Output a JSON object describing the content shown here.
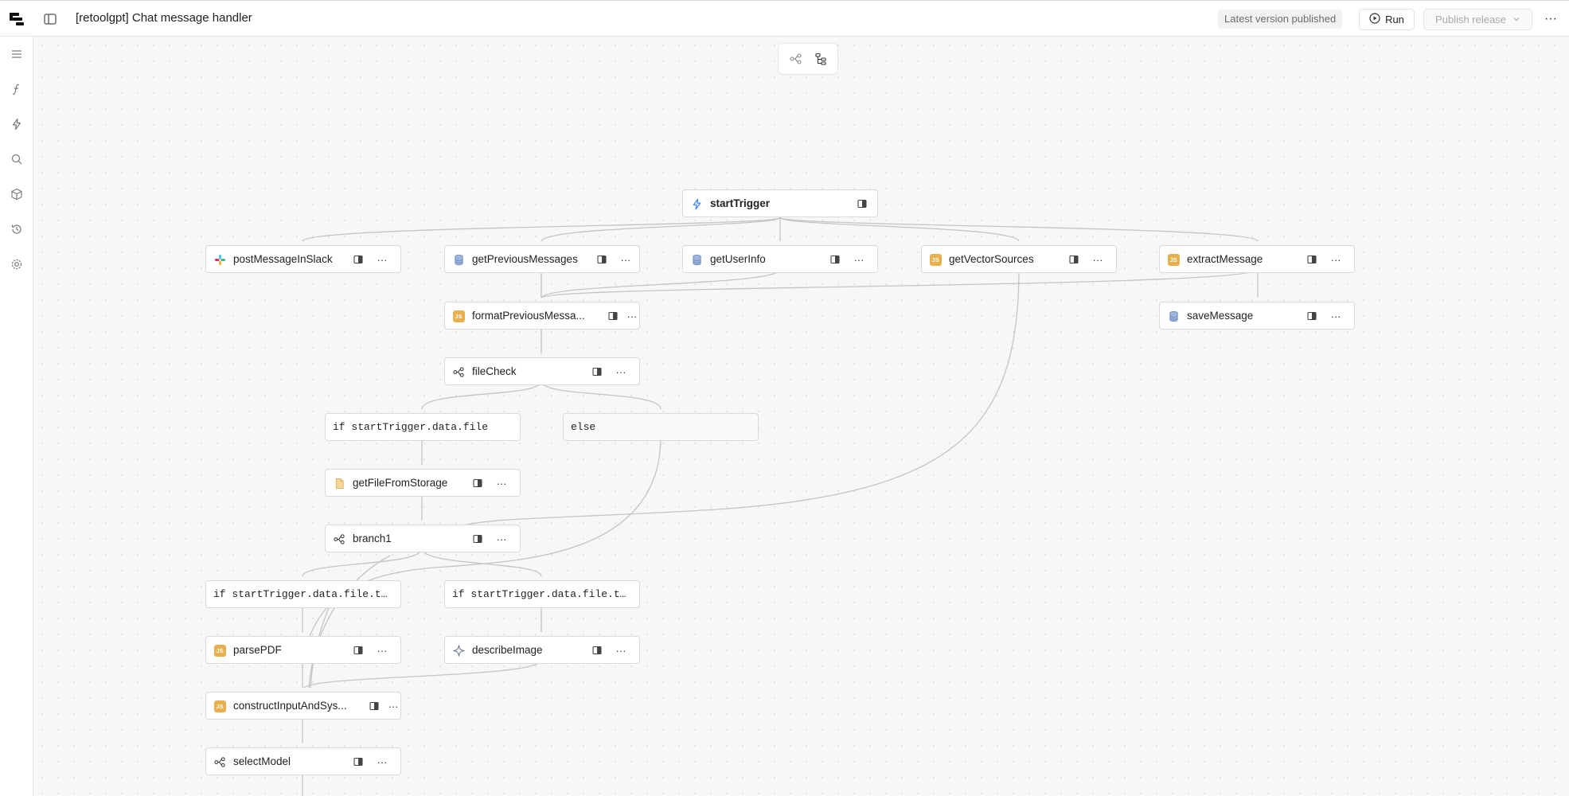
{
  "header": {
    "title": "[retoolgpt] Chat message handler",
    "status": "Latest version published",
    "run_label": "Run",
    "publish_label": "Publish release",
    "more": "···"
  },
  "colors": {
    "accent": "#3b82f6",
    "js_badge": "#e8b04c",
    "db_icon": "#6b8fc4",
    "edge": "#c4c4c4"
  },
  "rail": [
    "menu-icon",
    "function-icon",
    "lightning-icon",
    "search-icon",
    "cube-icon",
    "history-icon",
    "gear-icon"
  ],
  "nodes": {
    "startTrigger": "startTrigger",
    "postMessageInSlack": "postMessageInSlack",
    "getPreviousMessages": "getPreviousMessages",
    "getUserInfo": "getUserInfo",
    "getVectorSources": "getVectorSources",
    "extractMessage": "extractMessage",
    "formatPreviousMessages": "formatPreviousMessa...",
    "saveMessage": "saveMessage",
    "fileCheck": "fileCheck",
    "if_file": "if startTrigger.data.file",
    "else": "else",
    "getFileFromStorage": "getFileFromStorage",
    "branch1": "branch1",
    "if_type_1": "if startTrigger.data.file.t…",
    "if_type_2": "if startTrigger.data.file.t…",
    "parsePDF": "parsePDF",
    "describeImage": "describeImage",
    "constructInput": "constructInputAndSys...",
    "selectModel": "selectModel"
  },
  "more_glyph": "···",
  "js_label": "JS"
}
